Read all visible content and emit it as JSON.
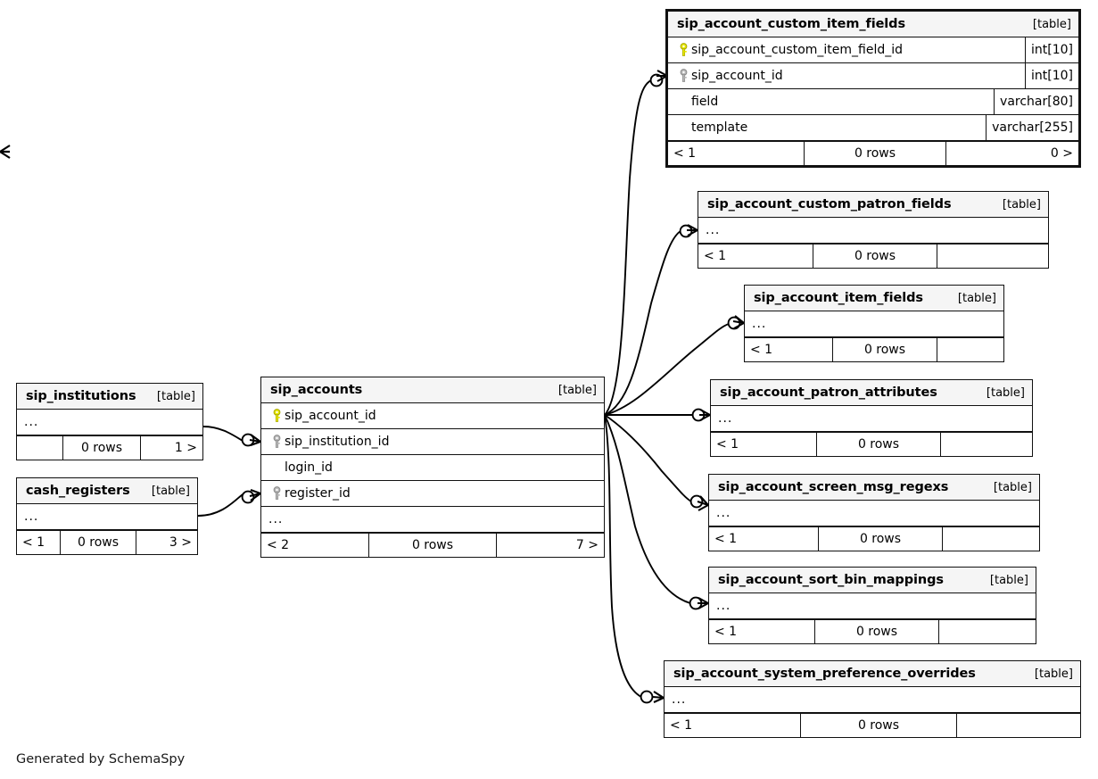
{
  "diagram": {
    "credit": "Generated by SchemaSpy",
    "table_tag": "[table]",
    "ellipsis": "...",
    "colors": {
      "pk_key": "#e8e800",
      "fk_key": "#b0b0b0",
      "header_bg": "#f5f5f5",
      "border": "#111111",
      "background": "#ffffff"
    }
  },
  "tables": [
    {
      "id": "sip_account_custom_item_fields",
      "name": "sip_account_custom_item_fields",
      "type": "[table]",
      "columns": [
        {
          "key": "pk",
          "name": "sip_account_custom_item_field_id",
          "datatype": "int[10]"
        },
        {
          "key": "fk",
          "name": "sip_account_id",
          "datatype": "int[10]"
        },
        {
          "key": "none",
          "name": "field",
          "datatype": "varchar[80]"
        },
        {
          "key": "none",
          "name": "template",
          "datatype": "varchar[255]"
        }
      ],
      "footer": {
        "left": "< 1",
        "mid": "0 rows",
        "right": "0 >"
      }
    },
    {
      "id": "sip_account_custom_patron_fields",
      "name": "sip_account_custom_patron_fields",
      "type": "[table]",
      "columns": [
        {
          "key": "none",
          "name": "...",
          "datatype": ""
        }
      ],
      "footer": {
        "left": "< 1",
        "mid": "0 rows",
        "right": ""
      }
    },
    {
      "id": "sip_account_item_fields",
      "name": "sip_account_item_fields",
      "type": "[table]",
      "columns": [
        {
          "key": "none",
          "name": "...",
          "datatype": ""
        }
      ],
      "footer": {
        "left": "< 1",
        "mid": "0 rows",
        "right": ""
      }
    },
    {
      "id": "sip_account_patron_attributes",
      "name": "sip_account_patron_attributes",
      "type": "[table]",
      "columns": [
        {
          "key": "none",
          "name": "...",
          "datatype": ""
        }
      ],
      "footer": {
        "left": "< 1",
        "mid": "0 rows",
        "right": ""
      }
    },
    {
      "id": "sip_account_screen_msg_regexs",
      "name": "sip_account_screen_msg_regexs",
      "type": "[table]",
      "columns": [
        {
          "key": "none",
          "name": "...",
          "datatype": ""
        }
      ],
      "footer": {
        "left": "< 1",
        "mid": "0 rows",
        "right": ""
      }
    },
    {
      "id": "sip_account_sort_bin_mappings",
      "name": "sip_account_sort_bin_mappings",
      "type": "[table]",
      "columns": [
        {
          "key": "none",
          "name": "...",
          "datatype": ""
        }
      ],
      "footer": {
        "left": "< 1",
        "mid": "0 rows",
        "right": ""
      }
    },
    {
      "id": "sip_account_system_preference_overrides",
      "name": "sip_account_system_preference_overrides",
      "type": "[table]",
      "columns": [
        {
          "key": "none",
          "name": "...",
          "datatype": ""
        }
      ],
      "footer": {
        "left": "< 1",
        "mid": "0 rows",
        "right": ""
      }
    },
    {
      "id": "sip_accounts",
      "name": "sip_accounts",
      "type": "[table]",
      "columns": [
        {
          "key": "pk",
          "name": "sip_account_id",
          "datatype": ""
        },
        {
          "key": "fk",
          "name": "sip_institution_id",
          "datatype": ""
        },
        {
          "key": "none",
          "name": "login_id",
          "datatype": ""
        },
        {
          "key": "fk",
          "name": "register_id",
          "datatype": ""
        },
        {
          "key": "none",
          "name": "...",
          "datatype": ""
        }
      ],
      "footer": {
        "left": "< 2",
        "mid": "0 rows",
        "right": "7 >"
      }
    },
    {
      "id": "sip_institutions",
      "name": "sip_institutions",
      "type": "[table]",
      "columns": [
        {
          "key": "none",
          "name": "...",
          "datatype": ""
        }
      ],
      "footer": {
        "left": "",
        "mid": "0 rows",
        "right": "1 >"
      }
    },
    {
      "id": "cash_registers",
      "name": "cash_registers",
      "type": "[table]",
      "columns": [
        {
          "key": "none",
          "name": "...",
          "datatype": ""
        }
      ],
      "footer": {
        "left": "< 1",
        "mid": "0 rows",
        "right": "3 >"
      }
    }
  ]
}
